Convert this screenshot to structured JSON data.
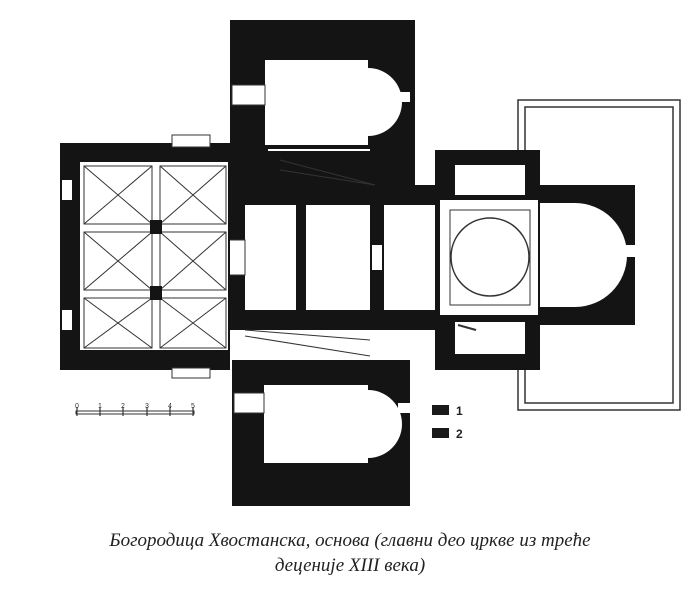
{
  "caption": {
    "line1": "Богородица Хвостанска, основа (главни део цркве из треће",
    "line2": "деценије XIII века)"
  },
  "scale_bar": {
    "labels": [
      "0",
      "1",
      "2",
      "3",
      "4",
      "5"
    ]
  },
  "legend": [
    {
      "label": "1",
      "color": "#1a1a1a"
    },
    {
      "label": "2",
      "color": "#1a1a1a"
    }
  ],
  "colors": {
    "wall": "#141414",
    "line": "#333333",
    "background": "#ffffff"
  }
}
